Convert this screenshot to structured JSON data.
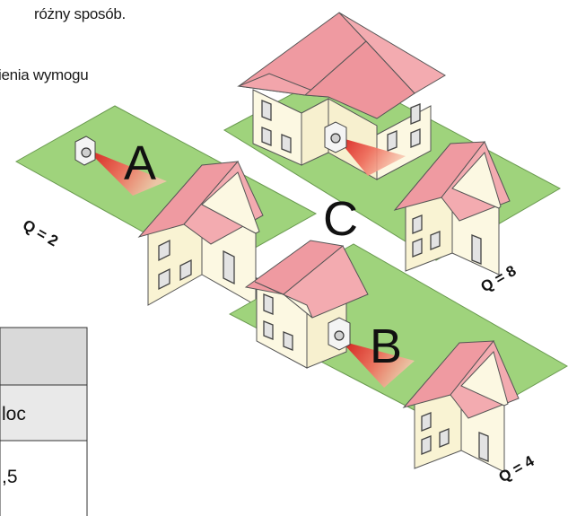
{
  "intro": {
    "line1": "różny sposób.",
    "line2": "ienia wymogu"
  },
  "labels": {
    "a": "A",
    "b": "B",
    "c": "C"
  },
  "q_labels": {
    "a": "Q = 2",
    "b": "Q = 4",
    "c": "Q = 8"
  },
  "table": {
    "row2": "loc",
    "row3": ",5"
  },
  "colors": {
    "lawn": "#9fd37c",
    "roof": "#ef9aa1",
    "wall": "#fbf6dc",
    "beam_start": "#d41515",
    "beam_end": "#f5b9a3",
    "table_header": "#d9d9d9",
    "table_row": "#e9e9e9"
  }
}
